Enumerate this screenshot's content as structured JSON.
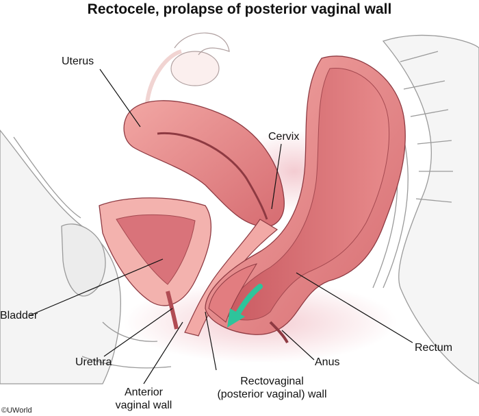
{
  "title": "Rectocele, prolapse of posterior vaginal wall",
  "labels": {
    "uterus": "Uterus",
    "cervix": "Cervix",
    "bladder": "Bladder",
    "rectum": "Rectum",
    "urethra": "Urethra",
    "anus": "Anus",
    "anterior_line1": "Anterior",
    "anterior_line2": "vaginal wall",
    "rectovaginal_line1": "Rectovaginal",
    "rectovaginal_line2": "(posterior vaginal) wall"
  },
  "copyright": "©UWorld",
  "colors": {
    "tissue": "#e58a8a",
    "tissue_dark": "#c85c63",
    "tissue_light": "#f4b7b4",
    "pelvic_glow": "#f3c9cf",
    "bone_outline": "#9a9a9a",
    "arrow": "#2ec49b"
  },
  "icons": {
    "arrow": "prolapse-direction-arrow"
  }
}
